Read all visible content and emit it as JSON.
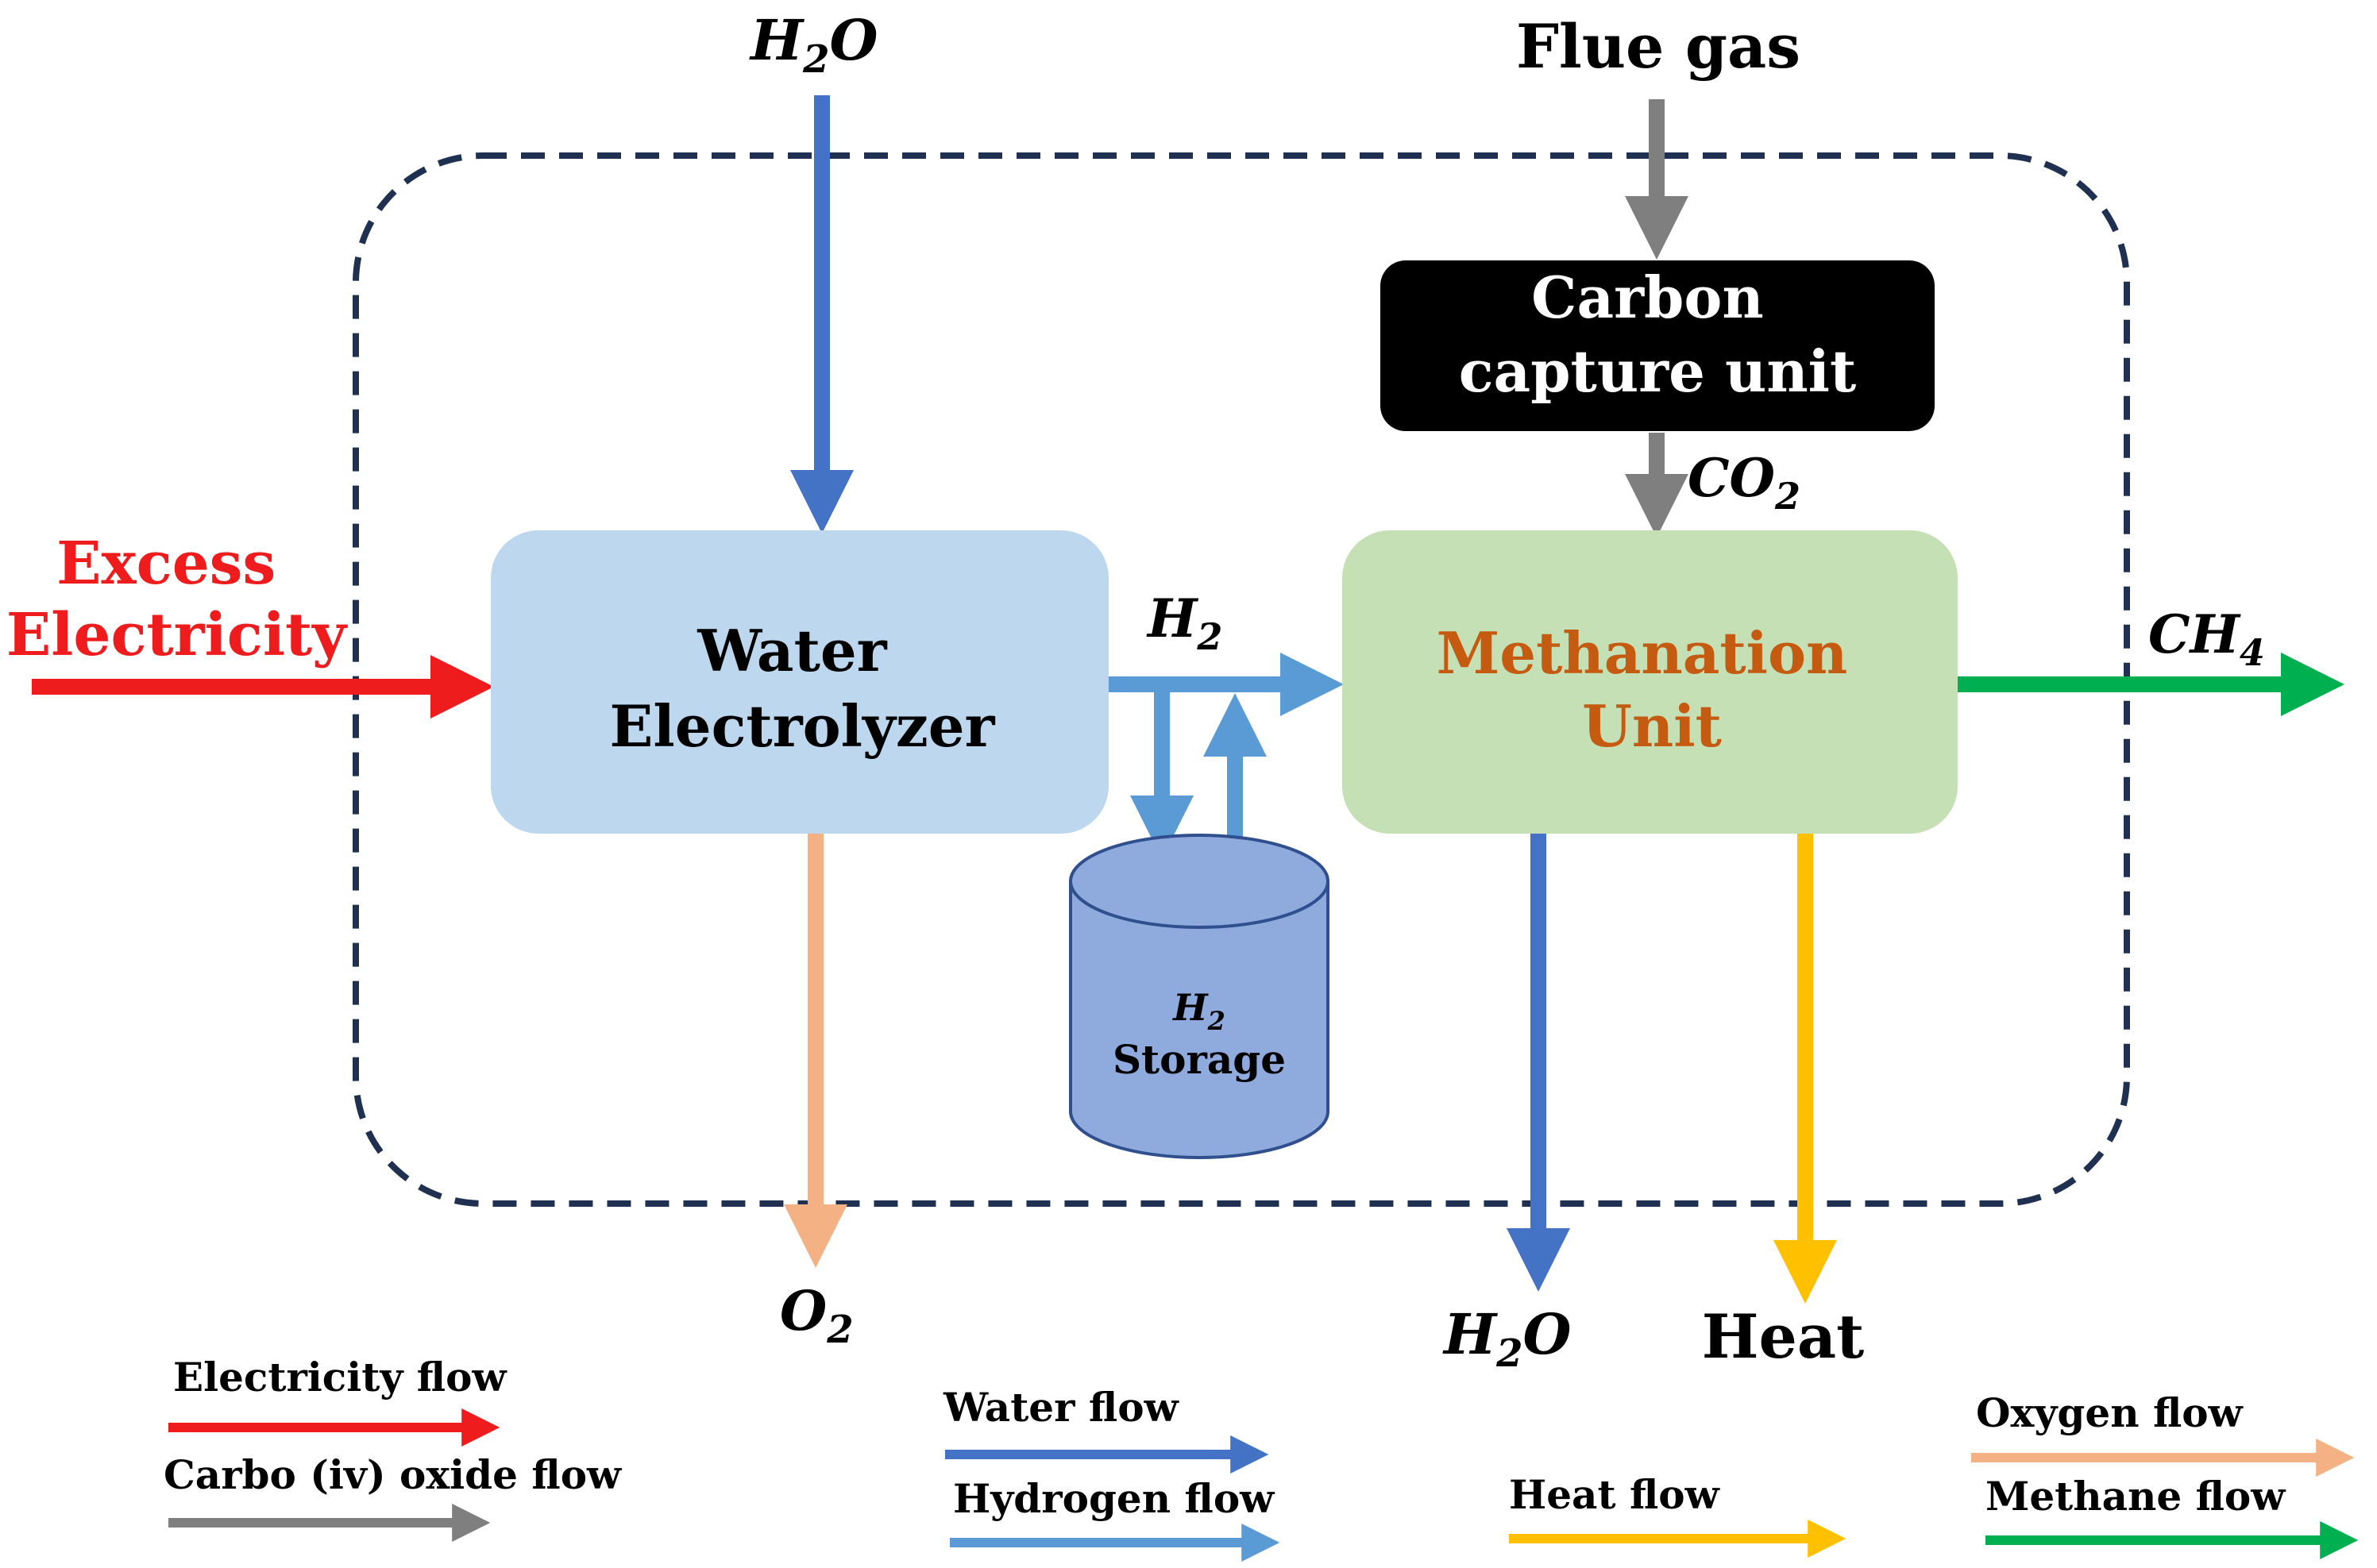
{
  "colors": {
    "electricity": "#ee1c1c",
    "co2": "#7f7f7f",
    "water": "#4472c4",
    "hydrogen": "#5b9bd5",
    "heat": "#ffc000",
    "oxygen": "#f4b183",
    "methane": "#00b050",
    "boundary": "#1f3050",
    "electrolyzer_fill": "#bdd7ee",
    "methanation_fill": "#c5e0b4",
    "methanation_text": "#c55a11",
    "capture_fill": "#000000",
    "storage_fill": "#8faadc"
  },
  "inputs": {
    "water_in": {
      "base": "H",
      "sub": "2",
      "tail": "O"
    },
    "flue_gas": "Flue gas",
    "excess_electricity": [
      "Excess",
      "Electricity"
    ]
  },
  "units": {
    "electrolyzer": [
      "Water",
      "Electrolyzer"
    ],
    "capture": [
      "Carbon",
      "capture unit"
    ],
    "methanation": [
      "Methanation",
      "Unit"
    ],
    "storage": {
      "base": "H",
      "sub": "2",
      "line2": "Storage"
    }
  },
  "streams": {
    "co2": {
      "base": "CO",
      "sub": "2"
    },
    "h2": {
      "base": "H",
      "sub": "2"
    },
    "ch4": {
      "base": "CH",
      "sub": "4"
    },
    "o2": {
      "base": "O",
      "sub": "2"
    },
    "water_out": {
      "base": "H",
      "sub": "2",
      "tail": "O"
    },
    "heat": "Heat"
  },
  "legend": {
    "electricity": "Electricity flow",
    "co2": "Carbo (iv) oxide flow",
    "water": "Water flow",
    "hydrogen": "Hydrogen flow",
    "heat": "Heat flow",
    "oxygen": "Oxygen flow",
    "methane": "Methane flow"
  }
}
